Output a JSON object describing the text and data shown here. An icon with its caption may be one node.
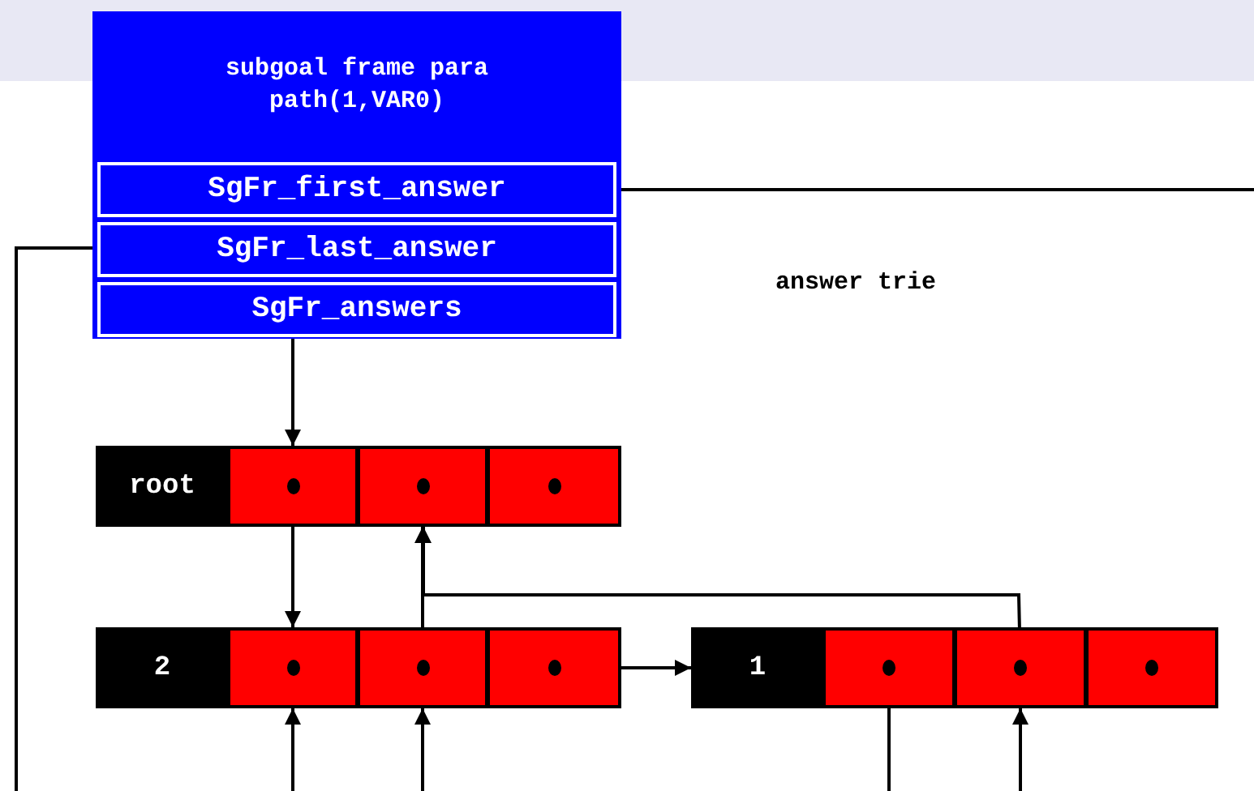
{
  "diagram": {
    "nodes": [
      {
        "text": [
          "subgoal frame para path(1,VAR0)"
        ]
      },
      {
        "text": [
          "SgFr_first_answer"
        ],
        "in": 0
      },
      {
        "text": [
          "SgFr_last_answer"
        ],
        "in": 0
      },
      {
        "text": [
          "SgFr_answers"
        ],
        "in": 0
      },
      {
        "text": [
          "root"
        ]
      },
      {
        "text": [],
        "shape": "box"
      },
      {
        "text": [],
        "shape": "box"
      },
      {
        "text": [],
        "shape": "box"
      },
      {
        "text": [
          "2"
        ]
      },
      {
        "text": [],
        "shape": "box"
      },
      {
        "text": [],
        "shape": "box"
      },
      {
        "text": [],
        "shape": "box"
      },
      {
        "text": [
          "1"
        ]
      },
      {
        "text": [],
        "shape": "box"
      },
      {
        "text": [],
        "shape": "box"
      },
      {
        "text": [],
        "shape": "box"
      }
    ],
    "edges": [
      {
        "from": 3,
        "to": 5,
        "arrow": "to"
      },
      {
        "from": 5,
        "to": 9,
        "arrow": "to"
      },
      {
        "from": 10,
        "to": 6,
        "arrow": "to"
      },
      {
        "from": 14,
        "to": 6,
        "arrow": "to"
      },
      {
        "from": 11,
        "to": 12,
        "arrow": "to"
      },
      {
        "from": 1,
        "to": null,
        "arrow": "none"
      },
      {
        "from": 2,
        "to": null,
        "arrow": "none"
      },
      {
        "from": null,
        "to": 9,
        "arrow": "to"
      },
      {
        "from": null,
        "to": 10,
        "arrow": "to"
      },
      {
        "from": 13,
        "to": null,
        "arrow": "none"
      },
      {
        "from": null,
        "to": 14,
        "arrow": "to"
      }
    ],
    "labels": [
      "answer trie"
    ]
  }
}
